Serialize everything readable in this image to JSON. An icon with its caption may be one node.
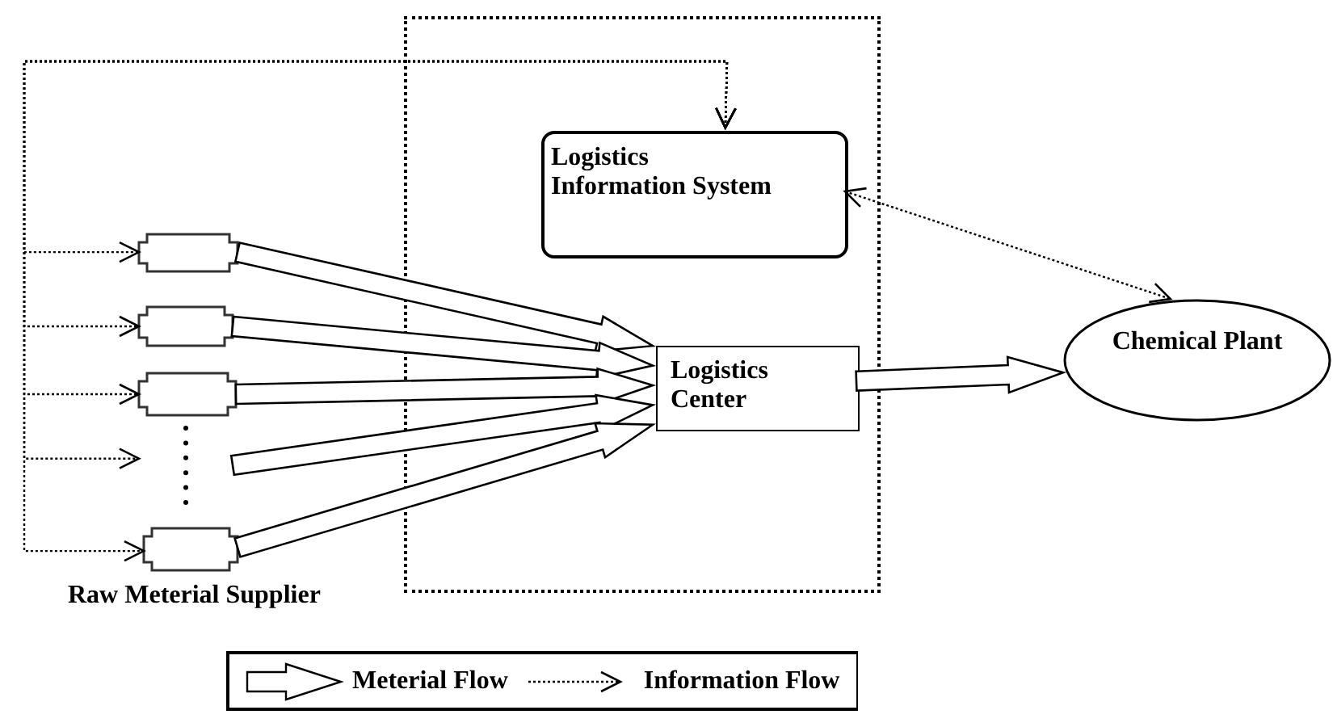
{
  "diagram": {
    "nodes": [
      {
        "text": [],
        "shape": "box"
      },
      {
        "text": [
          "Logistics Information System"
        ],
        "in": 0
      },
      {
        "text": [
          "Logistics Center"
        ],
        "in": 0
      },
      {
        "text": [
          "Chemical Plant"
        ]
      },
      {
        "text": [],
        "shape": "box"
      },
      {
        "text": [],
        "shape": "box"
      },
      {
        "text": [],
        "shape": "box"
      },
      {
        "text": [],
        "shape": "dots"
      },
      {
        "text": [],
        "shape": "box"
      }
    ],
    "edges": [
      {
        "from": 1,
        "to": 4,
        "arrow": "both",
        "style": "dashed"
      },
      {
        "from": 1,
        "to": 5,
        "arrow": "both",
        "style": "dashed"
      },
      {
        "from": 1,
        "to": 6,
        "arrow": "both",
        "style": "dashed"
      },
      {
        "from": 1,
        "to": 7,
        "arrow": "both",
        "style": "dashed"
      },
      {
        "from": 1,
        "to": 8,
        "arrow": "both",
        "style": "dashed"
      },
      {
        "from": 4,
        "to": 2,
        "arrow": "to",
        "style": "thick"
      },
      {
        "from": 5,
        "to": 2,
        "arrow": "to",
        "style": "thick"
      },
      {
        "from": 6,
        "to": 2,
        "arrow": "to",
        "style": "thick"
      },
      {
        "from": 7,
        "to": 2,
        "arrow": "to",
        "style": "thick"
      },
      {
        "from": 8,
        "to": 2,
        "arrow": "to",
        "style": "thick"
      },
      {
        "from": 2,
        "to": 3,
        "arrow": "to",
        "style": "thick"
      },
      {
        "from": 1,
        "to": 3,
        "arrow": "both",
        "style": "dashed"
      }
    ],
    "labels": [
      "Raw Meterial Supplier"
    ],
    "legend": [
      {
        "text": "Meterial Flow"
      },
      {
        "text": "Information Flow"
      }
    ]
  }
}
